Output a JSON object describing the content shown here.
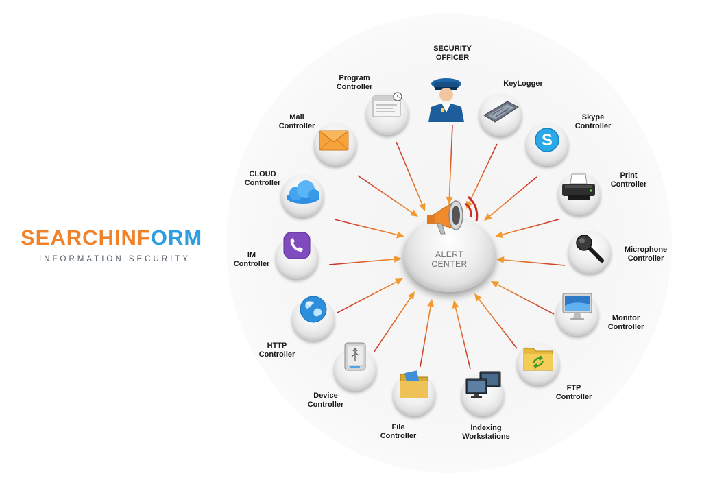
{
  "brand": {
    "name_part1": "SEARCHINF",
    "name_part2": "O",
    "name_part3": "RM",
    "tagline": "INFORMATION SECURITY",
    "colors": {
      "orange": "#f2822a",
      "blue": "#2a9ee0"
    }
  },
  "hub": {
    "line1": "ALERT",
    "line2": "CENTER",
    "icon": "megaphone-icon"
  },
  "nodes": {
    "security_officer": {
      "line1": "SECURITY",
      "line2": "OFFICER",
      "icon": "security-officer-icon"
    },
    "program": {
      "line1": "Program",
      "line2": "Controller",
      "icon": "program-window-icon"
    },
    "keylogger": {
      "line1": "KeyLogger",
      "line2": "",
      "icon": "keyboard-icon"
    },
    "mail": {
      "line1": "Mail",
      "line2": "Controller",
      "icon": "envelope-icon"
    },
    "skype": {
      "line1": "Skype",
      "line2": "Controller",
      "icon": "skype-icon"
    },
    "cloud": {
      "line1": "CLOUD",
      "line2": "Controller",
      "icon": "cloud-icon"
    },
    "print": {
      "line1": "Print",
      "line2": "Controller",
      "icon": "printer-icon"
    },
    "im": {
      "line1": "IM",
      "line2": "Controller",
      "icon": "messenger-icon"
    },
    "microphone": {
      "line1": "Microphone",
      "line2": "Controller",
      "icon": "microphone-icon"
    },
    "http": {
      "line1": "HTTP",
      "line2": "Controller",
      "icon": "globe-icon"
    },
    "monitor": {
      "line1": "Monitor",
      "line2": "Controller",
      "icon": "monitor-icon"
    },
    "device": {
      "line1": "Device",
      "line2": "Controller",
      "icon": "usb-device-icon"
    },
    "ftp": {
      "line1": "FTP",
      "line2": "Controller",
      "icon": "ftp-folder-icon"
    },
    "file": {
      "line1": "File",
      "line2": "Controller",
      "icon": "file-folder-icon"
    },
    "indexing": {
      "line1": "Indexing",
      "line2": "Workstations",
      "icon": "workstations-icon"
    }
  },
  "colors": {
    "arrow_red": "#c9302a",
    "arrow_orange": "#f29a2e"
  }
}
